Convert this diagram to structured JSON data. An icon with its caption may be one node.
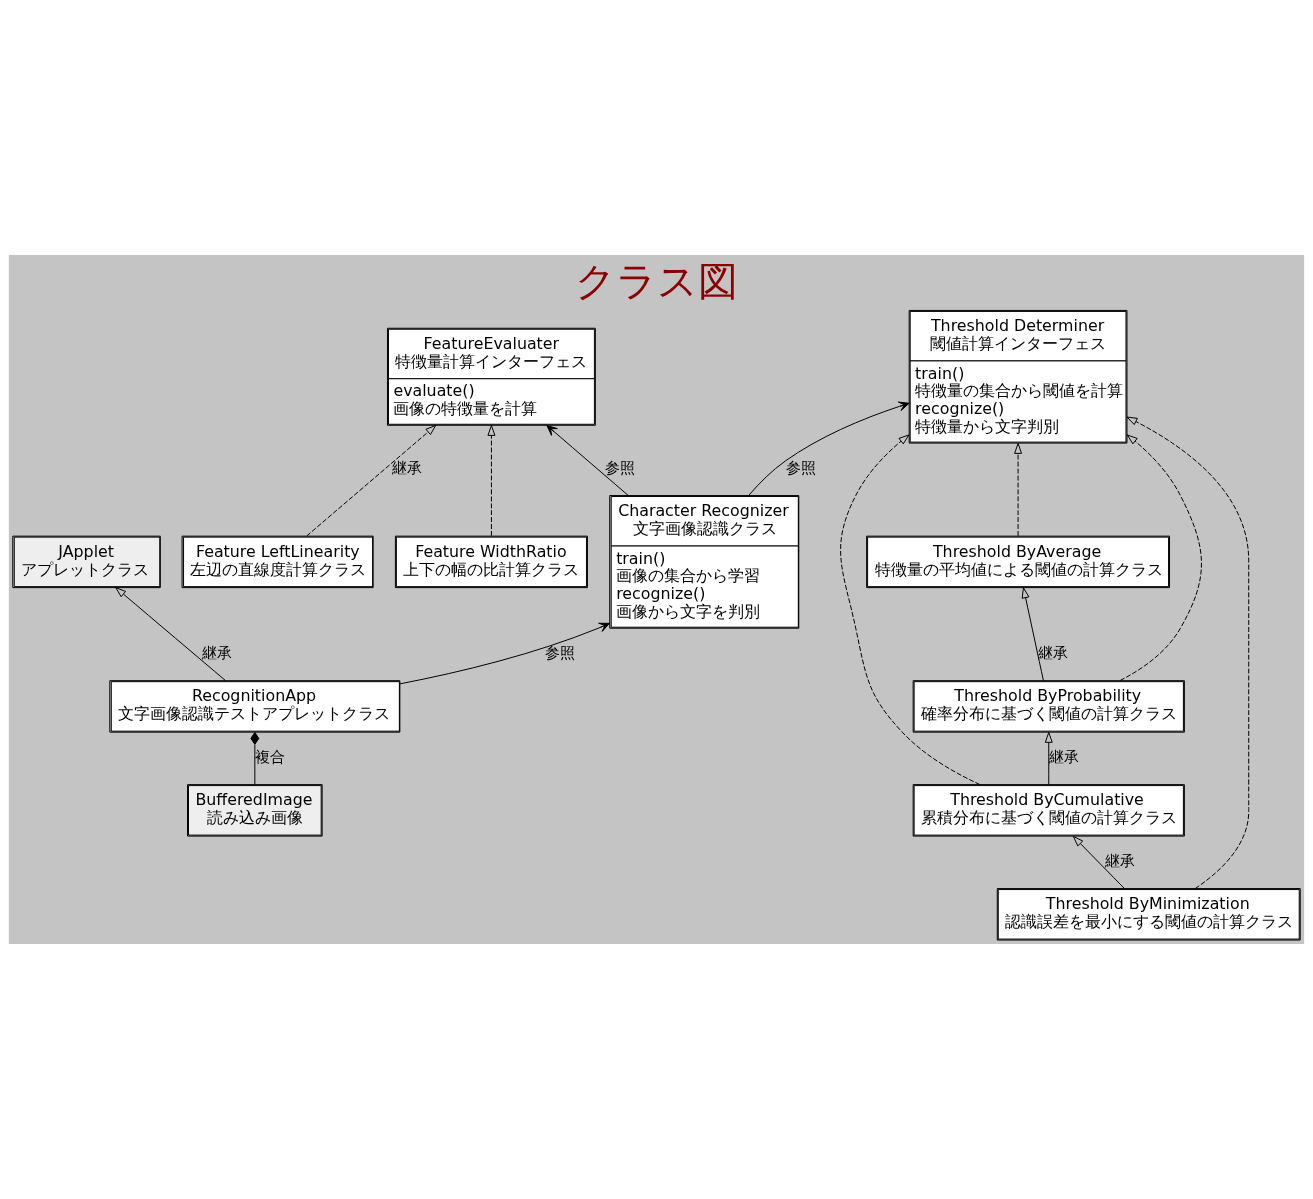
{
  "diagram": {
    "title": "クラス図",
    "nodes": [
      {
        "text": [
          "JApplet",
          "アプレットクラス"
        ]
      },
      {
        "text": [
          "BufferedImage",
          "読み込み画像"
        ]
      },
      {
        "text": [
          "RecognitionApp",
          "文字画像認識テストアプレットクラス"
        ]
      },
      {
        "text": [
          "Character Recognizer",
          "文字画像認識クラス",
          "train()",
          "画像の集合から学習",
          "recognize()",
          "画像から文字を判別"
        ]
      },
      {
        "text": [
          "FeatureEvaluater",
          "特徴量計算インターフェス",
          "evaluate()",
          "画像の特徴量を計算"
        ]
      },
      {
        "text": [
          "Feature LeftLinearity",
          "左辺の直線度計算クラス"
        ]
      },
      {
        "text": [
          "Feature WidthRatio",
          "上下の幅の比計算クラス"
        ]
      },
      {
        "text": [
          "Threshold Determiner",
          "閾値計算インターフェス",
          "train()",
          "特徴量の集合から閾値を計算",
          "recognize()",
          "特徴量から文字判別"
        ]
      },
      {
        "text": [
          "Threshold ByAverage",
          "特徴量の平均値による閾値の計算クラス"
        ]
      },
      {
        "text": [
          "Threshold ByProbability",
          "確率分布に基づく閾値の計算クラス"
        ]
      },
      {
        "text": [
          "Threshold ByCumulative",
          "累積分布に基づく閾値の計算クラス"
        ]
      },
      {
        "text": [
          "Threshold ByMinimization",
          "認識誤差を最小にする閾値の計算クラス"
        ]
      }
    ],
    "edges": [
      {
        "from": 2,
        "to": 0,
        "arrow": "to",
        "label": "継承"
      },
      {
        "from": 1,
        "to": 2,
        "arrow": "other",
        "label": "複合"
      },
      {
        "from": 2,
        "to": 3,
        "arrow": "to",
        "label": "参照"
      },
      {
        "from": 3,
        "to": 4,
        "arrow": "to",
        "label": "参照"
      },
      {
        "from": 3,
        "to": 7,
        "arrow": "to",
        "label": "参照"
      },
      {
        "from": 5,
        "to": 4,
        "arrow": "to",
        "style": "dashed",
        "label": "継承"
      },
      {
        "from": 6,
        "to": 4,
        "arrow": "to",
        "style": "dashed"
      },
      {
        "from": 8,
        "to": 7,
        "arrow": "to",
        "style": "dashed"
      },
      {
        "from": 9,
        "to": 7,
        "arrow": "to",
        "style": "dashed"
      },
      {
        "from": 10,
        "to": 7,
        "arrow": "to",
        "style": "dashed"
      },
      {
        "from": 11,
        "to": 7,
        "arrow": "to",
        "style": "dashed"
      },
      {
        "from": 9,
        "to": 8,
        "arrow": "to",
        "label": "継承"
      },
      {
        "from": 10,
        "to": 9,
        "arrow": "to",
        "label": "継承"
      },
      {
        "from": 11,
        "to": 10,
        "arrow": "to",
        "label": "継承"
      }
    ]
  }
}
